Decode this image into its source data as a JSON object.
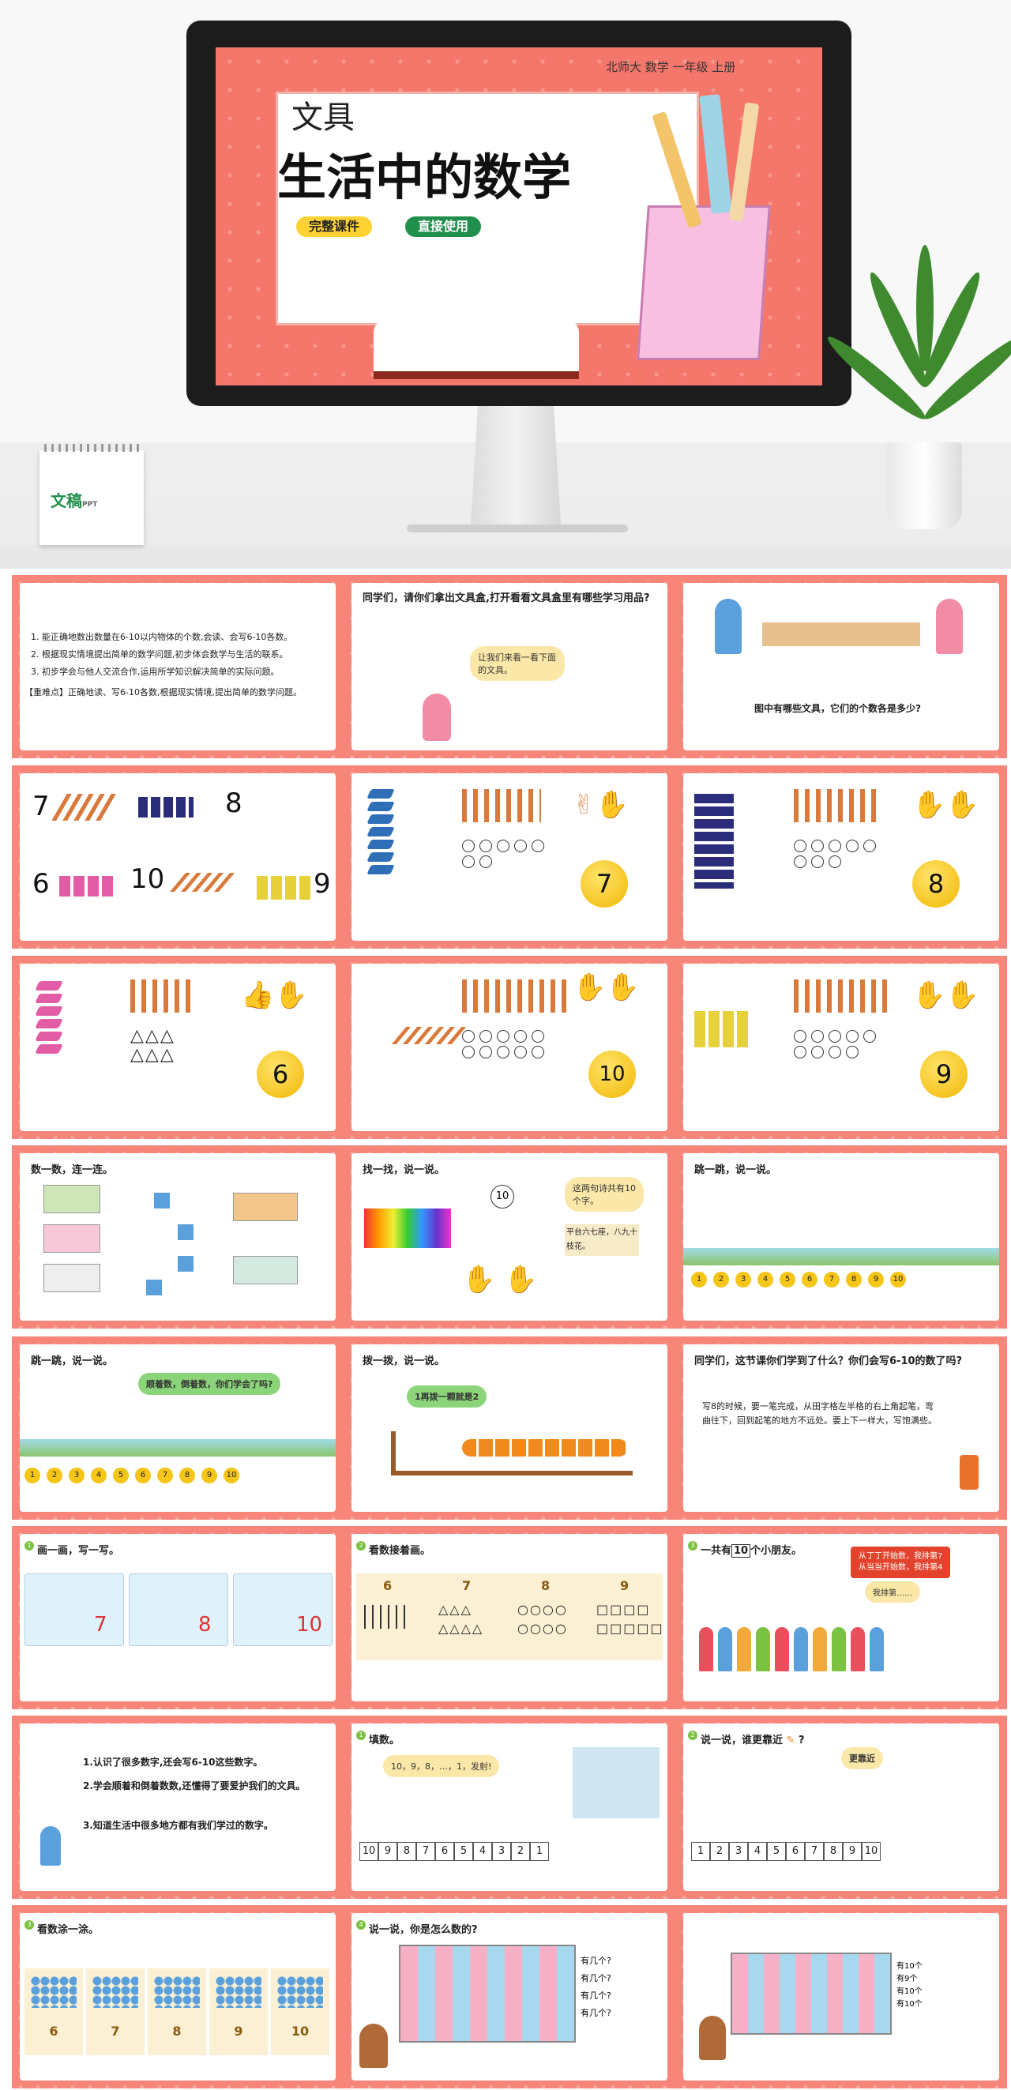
{
  "cover": {
    "grade": "北师大  数学  一年级  上册",
    "title_small": "文具",
    "title_big": "生活中的数学",
    "tag1": "完整课件",
    "tag2": "直接使用",
    "brand": "文稿",
    "brand_sub": "PPT"
  },
  "slides": {
    "s1": {
      "line1": "1. 能正确地数出数量在6-10以内物体的个数,会读、会写6-10各数。",
      "line2": "2. 根据现实情境提出简单的数学问题,初步体会数学与生活的联系。",
      "line3": "3. 初步学会与他人交流合作,运用所学知识解决简单的实际问题。",
      "line4": "【重难点】正确地读、写6-10各数,根据现实情境,提出简单的数学问题。"
    },
    "s2": {
      "heading": "同学们，请你们拿出文具盒,打开看看文具盒里有哪些学习用品?",
      "bubble": "让我们来看一看下面的文具。"
    },
    "s3": {
      "caption": "图中有哪些文具，它们的个数各是多少?"
    },
    "s4": {
      "n7": "7",
      "n8": "8",
      "n6": "6",
      "n10": "10",
      "n9": "9"
    },
    "s5": {
      "num": "7"
    },
    "s6": {
      "num": "8"
    },
    "s7": {
      "num": "6"
    },
    "s8": {
      "num": "10"
    },
    "s9": {
      "num": "9"
    },
    "s10": {
      "heading": "数一数，连一连。"
    },
    "s11": {
      "heading": "找一找，说一说。",
      "bubble": "这两句诗共有10个字。",
      "center": "10",
      "poem": "平台六七座，八九十枝花。"
    },
    "s12": {
      "heading": "跳一跳，说一说。",
      "coins": [
        "1",
        "2",
        "3",
        "4",
        "5",
        "6",
        "7",
        "8",
        "9",
        "10"
      ]
    },
    "s13": {
      "heading": "跳一跳，说一说。",
      "bubble": "顺着数，倒着数，你们学会了吗?",
      "coins": [
        "1",
        "2",
        "3",
        "4",
        "5",
        "6",
        "7",
        "8",
        "9",
        "10"
      ]
    },
    "s14": {
      "heading": "拨一拨，说一说。",
      "bubble": "1再拨一颗就是2"
    },
    "s15": {
      "heading": "同学们，这节课你们学到了什么？你们会写6-10的数了吗?",
      "body": "写8的时候，要一笔完成，从田字格左半格的右上角起笔，弯曲往下，回到起笔的地方不远处。要上下一样大，写饱满些。"
    },
    "s16": {
      "heading": "画一画，写一写。",
      "n1": "7",
      "n2": "8",
      "n3": "10"
    },
    "s17": {
      "heading": "看数接着画。",
      "n1": "6",
      "n2": "7",
      "n3": "8",
      "n4": "9"
    },
    "s18": {
      "heading_pre": "一共有",
      "heading_num": "10",
      "heading_post": "个小朋友。",
      "bubble1": "从丁丁开始数，我排第7",
      "bubble2": "从当当开始数，我排第4",
      "bubble3": "我排第……"
    },
    "s19": {
      "line1": "1.认识了很多数字,还会写6-10这些数字。",
      "line2": "2.学会顺着和倒着数数,还懂得了要爱护我们的文具。",
      "line3": "3.知道生活中很多地方都有我们学过的数字。"
    },
    "s20": {
      "heading": "填数。",
      "bubble": "10，9，8，…，1，发射!",
      "boxes": [
        "10",
        "9",
        "8",
        "7",
        "6",
        "5",
        "4",
        "3",
        "2",
        "1"
      ]
    },
    "s21": {
      "heading": "说一说，谁更靠近",
      "heading_end": "?",
      "bubble": "更靠近",
      "nums": [
        "1",
        "2",
        "3",
        "4",
        "5",
        "6",
        "7",
        "8",
        "9",
        "10"
      ]
    },
    "s22": {
      "heading": "看数涂一涂。",
      "nums": [
        "6",
        "7",
        "8",
        "9",
        "10"
      ]
    },
    "s23": {
      "heading": "说一说，你是怎么数的?",
      "q": "有几个?"
    },
    "s24": {
      "q1": "有10个",
      "q2": "有9个",
      "q3": "有10个",
      "q4": "有10个"
    }
  },
  "colors": {
    "slide_border": "#f8857a",
    "gold": "#f2b705",
    "green": "#1f8f4b"
  }
}
